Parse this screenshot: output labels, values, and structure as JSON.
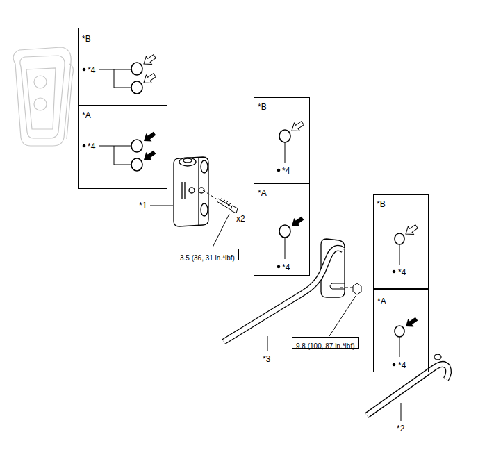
{
  "diagram": {
    "nodes": [
      {
        "text": [
          "*B",
          "*4"
        ]
      },
      {
        "text": [
          "*A",
          "*4"
        ]
      },
      {
        "text": [
          "*B",
          "*4"
        ]
      },
      {
        "text": [
          "*A",
          "*4"
        ]
      },
      {
        "text": [
          "3.5 (36, 31 in.*lbf)"
        ]
      },
      {
        "text": [
          "*B",
          "*4"
        ]
      },
      {
        "text": [
          "*A",
          "*4"
        ]
      },
      {
        "text": [
          "9.8 (100, 87 in.*lbf)"
        ]
      }
    ],
    "labels": [
      "*1",
      "x2",
      "*3",
      "*2"
    ]
  }
}
